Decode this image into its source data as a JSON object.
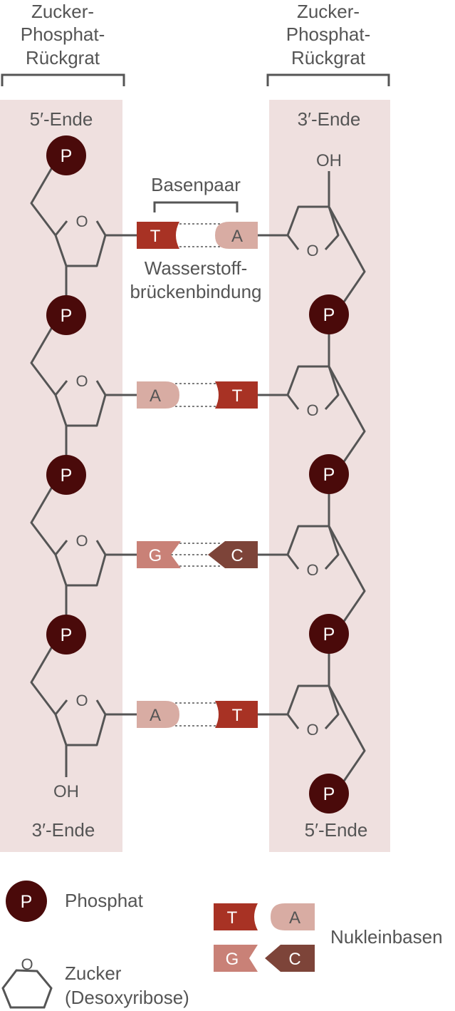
{
  "backbone_left": {
    "line1": "Zucker-",
    "line2": "Phosphat-",
    "line3": "Rückgrat"
  },
  "backbone_right": {
    "line1": "Zucker-",
    "line2": "Phosphat-",
    "line3": "Rückgrat"
  },
  "strand_left": {
    "top_end": "5′-Ende",
    "bottom_end": "3′-Ende",
    "oh": "OH"
  },
  "strand_right": {
    "top_end": "3′-Ende",
    "bottom_end": "5′-Ende",
    "oh": "OH"
  },
  "phosphate_symbol": "P",
  "ring_oxygen": "O",
  "basepair_label": "Basenpaar",
  "hbond_label": {
    "line1": "Wasserstoff-",
    "line2": "brückenbindung"
  },
  "base_pairs": [
    {
      "left": "T",
      "right": "A"
    },
    {
      "left": "A",
      "right": "T"
    },
    {
      "left": "G",
      "right": "C"
    },
    {
      "left": "A",
      "right": "T"
    }
  ],
  "legend": {
    "phosphate": "Phosphat",
    "sugar": {
      "line1": "Zucker",
      "line2": "(Desoxyribose)"
    },
    "bases_label": "Nukleinbasen",
    "bases": {
      "t": "T",
      "a": "A",
      "g": "G",
      "c": "C"
    }
  },
  "colors": {
    "band": "#efe0df",
    "phosphate": "#4a0a0a",
    "thymine": "#a83224",
    "adenine": "#d8aca3",
    "guanine": "#c98177",
    "cytosine": "#7d4439",
    "line": "#555555"
  }
}
